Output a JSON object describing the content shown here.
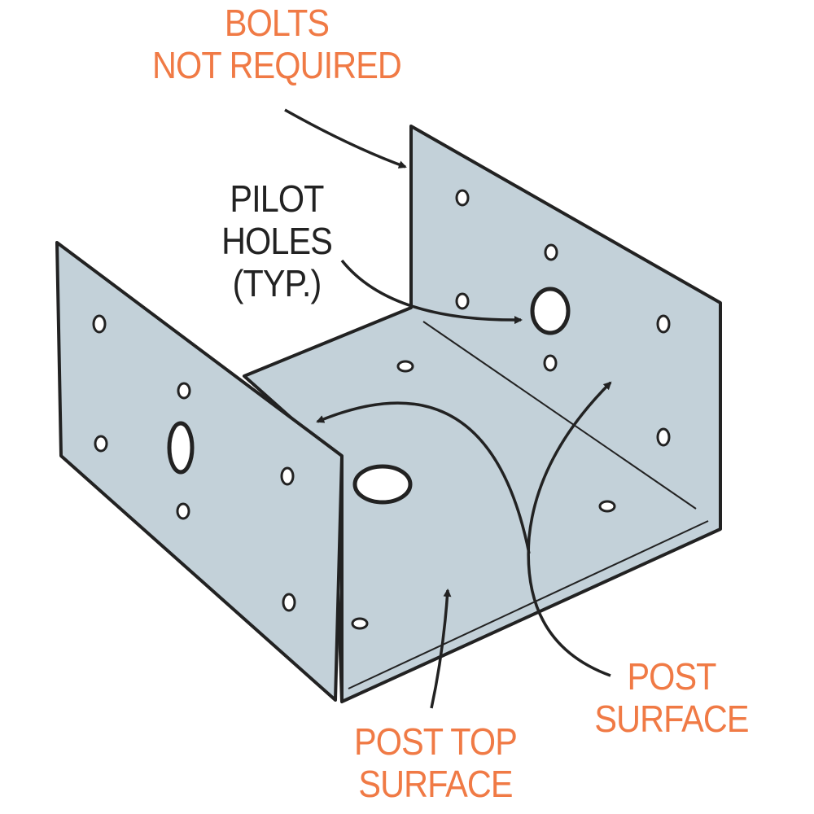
{
  "labels": {
    "bolts": [
      "BOLTS",
      "NOT REQUIRED"
    ],
    "pilot": [
      "PILOT",
      "HOLES",
      "(TYP.)"
    ],
    "post_top": [
      "POST TOP",
      "SURFACE"
    ],
    "post_surface": [
      "POST",
      "SURFACE"
    ]
  },
  "colors": {
    "metal": "#c3d1d9",
    "accent": "#f07a45",
    "line": "#222222"
  }
}
